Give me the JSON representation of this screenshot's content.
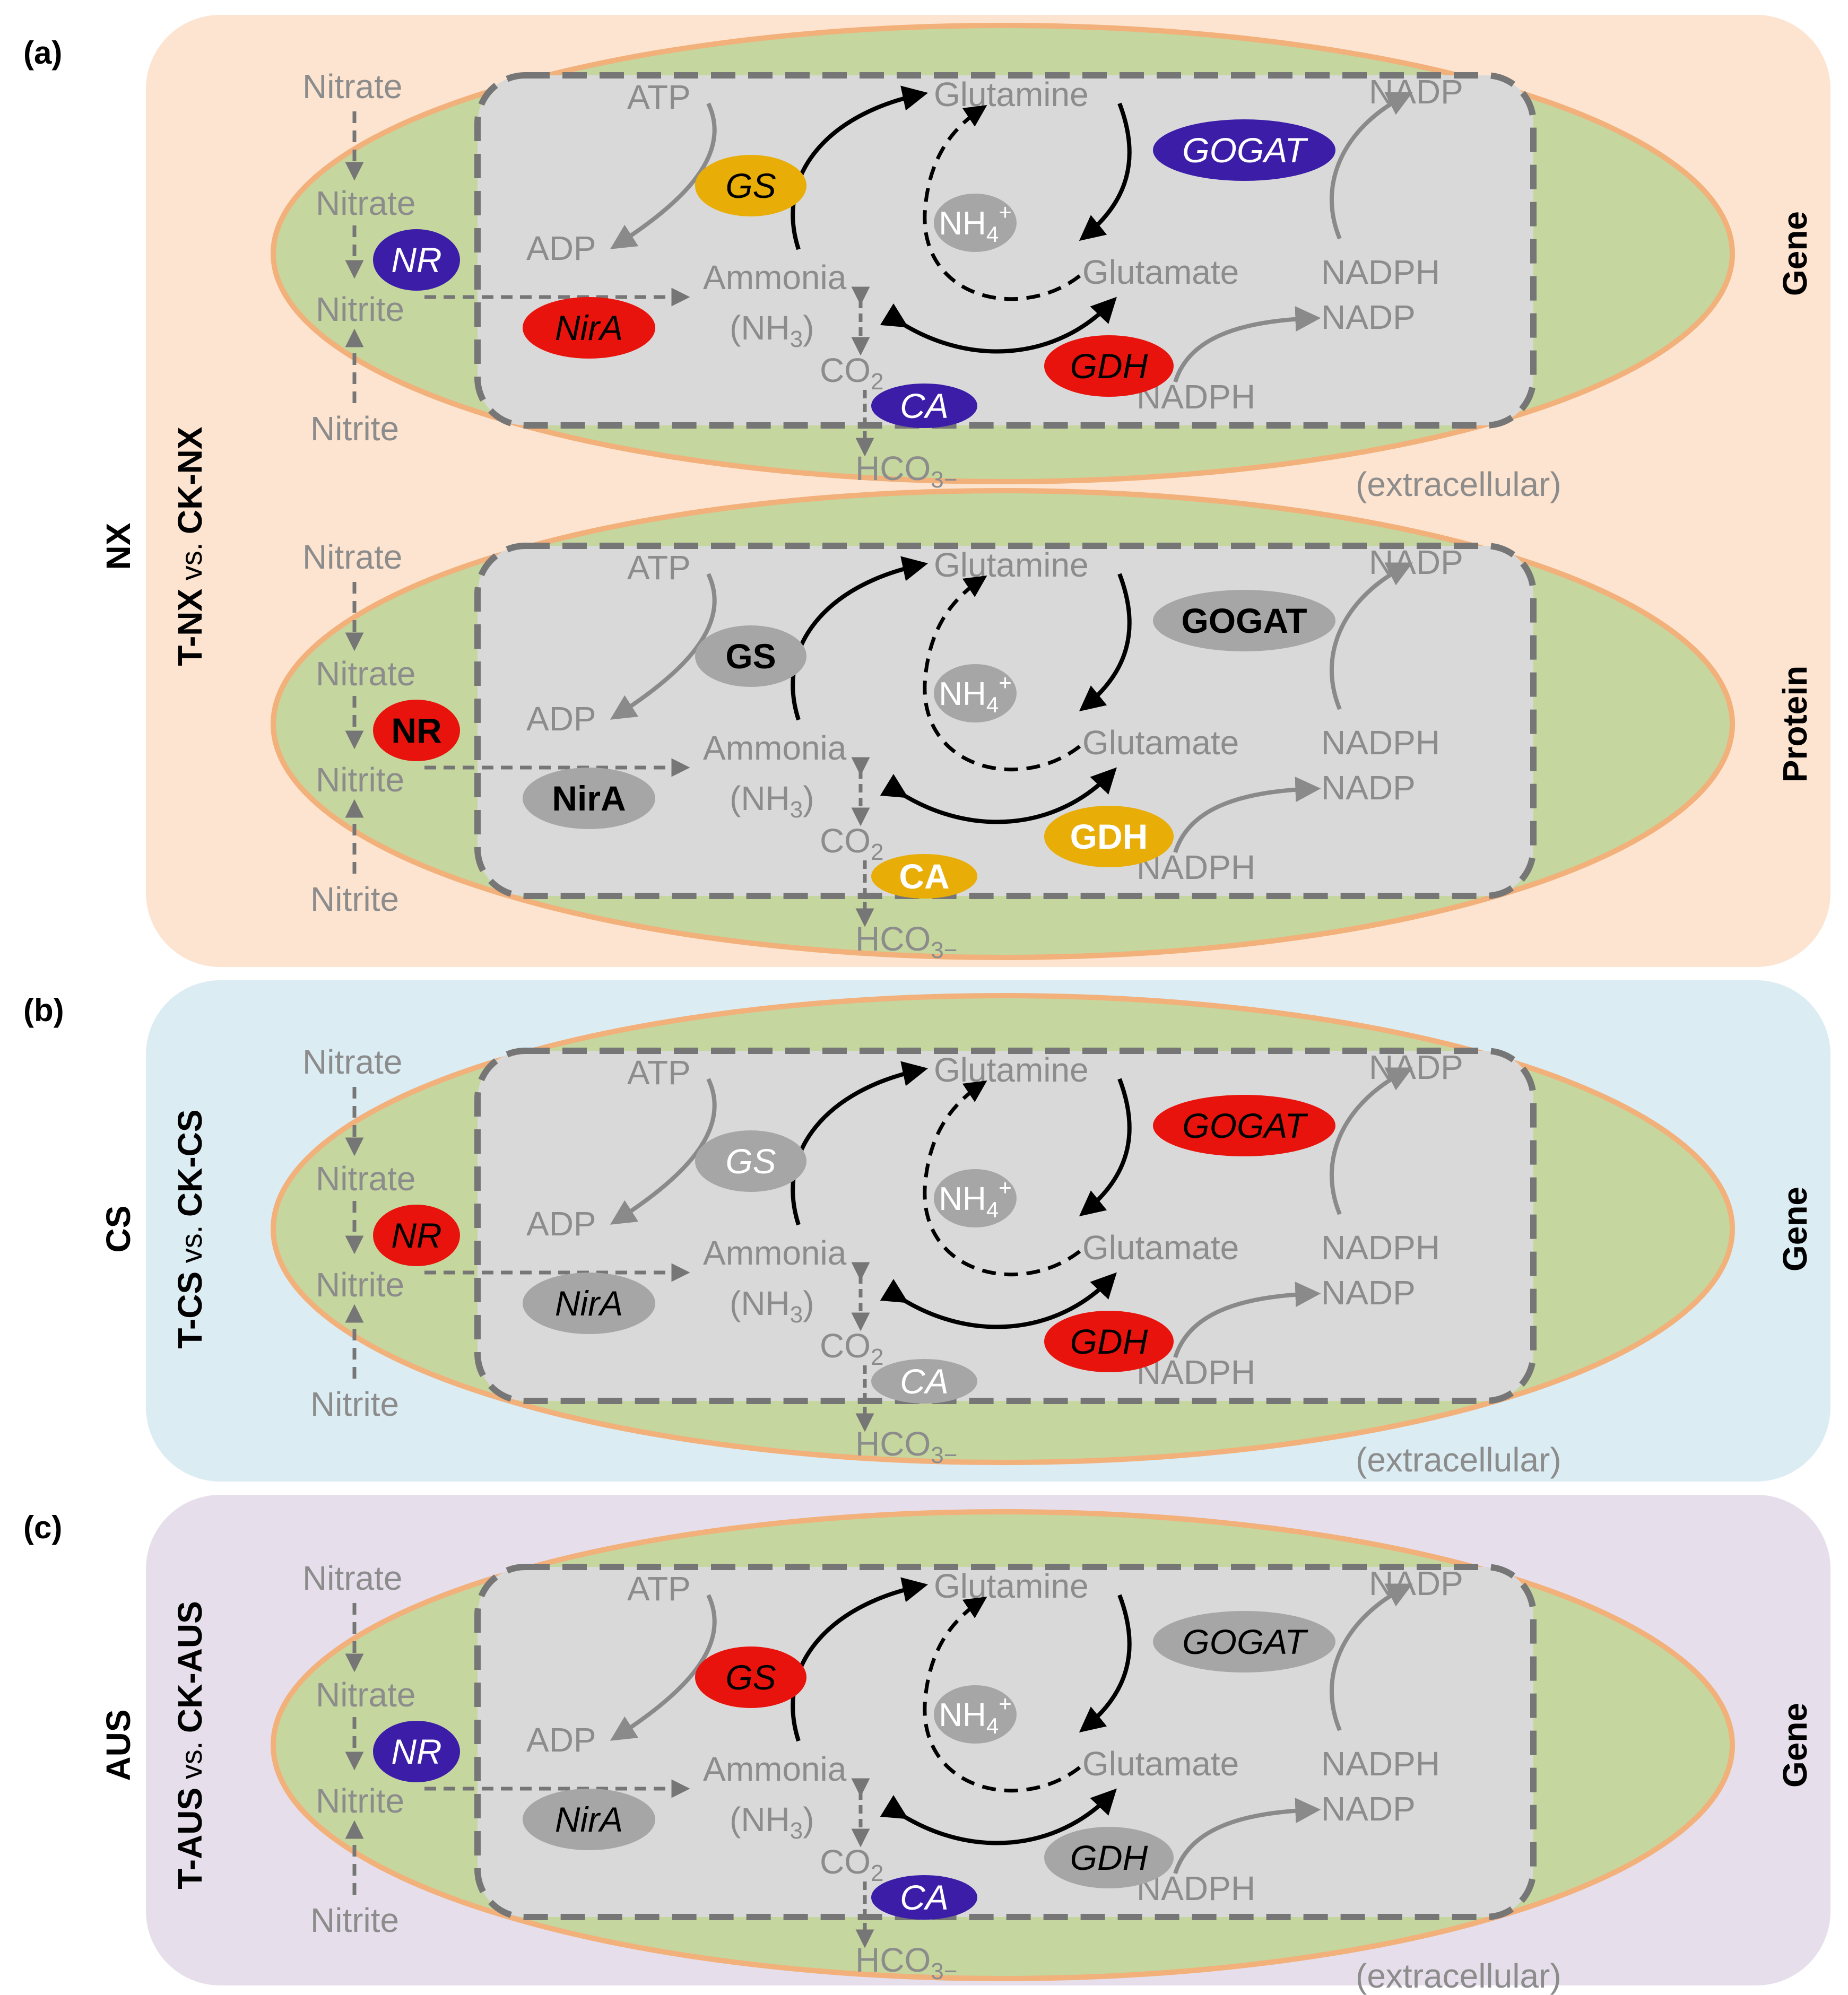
{
  "colors": {
    "panel_a_bg": "#fde4d0",
    "panel_b_bg": "#dcecf3",
    "panel_c_bg": "#e6dfeb",
    "cell_fill": "#c5d69e",
    "cell_border": "#f2b07a",
    "inner_fill": "#d9d9d9",
    "dash": "#767676",
    "label_gray": "#8c8c8c",
    "arrow_gray": "#8a8a8a",
    "arrow_black": "#000000",
    "enz_red": "#e8130c",
    "enz_blue": "#3b1da8",
    "enz_yellow": "#e8ad06",
    "enz_gray": "#a6a6a6"
  },
  "labels": {
    "nitrate": "Nitrate",
    "nitrite": "Nitrite",
    "atp": "ATP",
    "adp": "ADP",
    "glutamine": "Glutamine",
    "glutamate": "Glutamate",
    "ammonia": "Ammonia",
    "nh3_pre": "(NH",
    "nh3_sub": "3",
    "nh3_post": ")",
    "nh4_base": "NH",
    "nh4_sub": "4",
    "nh4_sup": "+",
    "co2_base": "CO",
    "co2_sub": "2",
    "hco3_base": "HCO",
    "hco3_sub": "3−",
    "nadp": "NADP",
    "nadph": "NADPH",
    "extracellular": "(extracellular)"
  },
  "panels": [
    {
      "letter": "(a)",
      "treatment": "NX",
      "comparison_1": "T-NX",
      "comparison_vs": " vs. ",
      "comparison_2": "CK-NX",
      "cells": [
        {
          "side": "Gene",
          "extracellular": true,
          "enzymes": {
            "NR": {
              "label": "NR",
              "color": "enz_blue",
              "italic": true,
              "bold": false,
              "text_color": "#ffffff"
            },
            "NirA": {
              "label": "NirA",
              "color": "enz_red",
              "italic": true,
              "bold": false,
              "text_color": "#000000"
            },
            "GS": {
              "label": "GS",
              "color": "enz_yellow",
              "italic": true,
              "bold": false,
              "text_color": "#000000"
            },
            "GOGAT": {
              "label": "GOGAT",
              "color": "enz_blue",
              "italic": true,
              "bold": false,
              "text_color": "#ffffff"
            },
            "GDH": {
              "label": "GDH",
              "color": "enz_red",
              "italic": true,
              "bold": false,
              "text_color": "#000000"
            },
            "CA": {
              "label": "CA",
              "color": "enz_blue",
              "italic": true,
              "bold": false,
              "text_color": "#ffffff"
            }
          }
        },
        {
          "side": "Protein",
          "extracellular": false,
          "enzymes": {
            "NR": {
              "label": "NR",
              "color": "enz_red",
              "italic": false,
              "bold": true,
              "text_color": "#000000"
            },
            "NirA": {
              "label": "NirA",
              "color": "enz_gray",
              "italic": false,
              "bold": true,
              "text_color": "#000000"
            },
            "GS": {
              "label": "GS",
              "color": "enz_gray",
              "italic": false,
              "bold": true,
              "text_color": "#000000"
            },
            "GOGAT": {
              "label": "GOGAT",
              "color": "enz_gray",
              "italic": false,
              "bold": true,
              "text_color": "#000000"
            },
            "GDH": {
              "label": "GDH",
              "color": "enz_yellow",
              "italic": false,
              "bold": true,
              "text_color": "#ffffff"
            },
            "CA": {
              "label": "CA",
              "color": "enz_yellow",
              "italic": false,
              "bold": true,
              "text_color": "#ffffff"
            }
          }
        }
      ]
    },
    {
      "letter": "(b)",
      "treatment": "CS",
      "comparison_1": "T-CS",
      "comparison_vs": " vs. ",
      "comparison_2": "CK-CS",
      "cells": [
        {
          "side": "Gene",
          "extracellular": true,
          "enzymes": {
            "NR": {
              "label": "NR",
              "color": "enz_red",
              "italic": true,
              "bold": false,
              "text_color": "#000000"
            },
            "NirA": {
              "label": "NirA",
              "color": "enz_gray",
              "italic": true,
              "bold": false,
              "text_color": "#000000"
            },
            "GS": {
              "label": "GS",
              "color": "enz_gray",
              "italic": true,
              "bold": false,
              "text_color": "#ffffff"
            },
            "GOGAT": {
              "label": "GOGAT",
              "color": "enz_red",
              "italic": true,
              "bold": false,
              "text_color": "#000000"
            },
            "GDH": {
              "label": "GDH",
              "color": "enz_red",
              "italic": true,
              "bold": false,
              "text_color": "#000000"
            },
            "CA": {
              "label": "CA",
              "color": "enz_gray",
              "italic": true,
              "bold": false,
              "text_color": "#ffffff"
            }
          }
        }
      ]
    },
    {
      "letter": "(c)",
      "treatment": "AUS",
      "comparison_1": "T-AUS",
      "comparison_vs": " vs. ",
      "comparison_2": "CK-AUS",
      "cells": [
        {
          "side": "Gene",
          "extracellular": true,
          "enzymes": {
            "NR": {
              "label": "NR",
              "color": "enz_blue",
              "italic": true,
              "bold": false,
              "text_color": "#ffffff"
            },
            "NirA": {
              "label": "NirA",
              "color": "enz_gray",
              "italic": true,
              "bold": false,
              "text_color": "#000000"
            },
            "GS": {
              "label": "GS",
              "color": "enz_red",
              "italic": true,
              "bold": false,
              "text_color": "#000000"
            },
            "GOGAT": {
              "label": "GOGAT",
              "color": "enz_gray",
              "italic": true,
              "bold": false,
              "text_color": "#000000"
            },
            "GDH": {
              "label": "GDH",
              "color": "enz_gray",
              "italic": true,
              "bold": false,
              "text_color": "#000000"
            },
            "CA": {
              "label": "CA",
              "color": "enz_blue",
              "italic": true,
              "bold": false,
              "text_color": "#ffffff"
            }
          }
        }
      ]
    }
  ]
}
